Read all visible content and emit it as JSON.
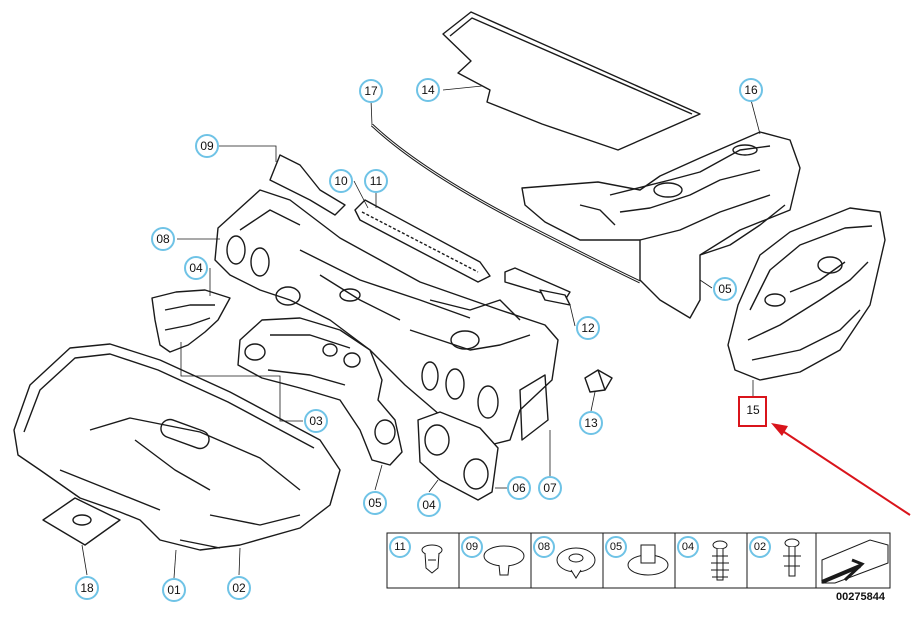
{
  "diagram": {
    "reference_number": "00275844",
    "highlight_color": "#d9141b",
    "callout_ring_color": "#6fc3e6",
    "callouts": [
      {
        "id": "c01",
        "label": "01"
      },
      {
        "id": "c02",
        "label": "02"
      },
      {
        "id": "c03",
        "label": "03"
      },
      {
        "id": "c04a",
        "label": "04"
      },
      {
        "id": "c04b",
        "label": "04"
      },
      {
        "id": "c05a",
        "label": "05"
      },
      {
        "id": "c05b",
        "label": "05"
      },
      {
        "id": "c06",
        "label": "06"
      },
      {
        "id": "c07",
        "label": "07"
      },
      {
        "id": "c08",
        "label": "08"
      },
      {
        "id": "c09",
        "label": "09"
      },
      {
        "id": "c10",
        "label": "10"
      },
      {
        "id": "c11",
        "label": "11"
      },
      {
        "id": "c12",
        "label": "12"
      },
      {
        "id": "c13",
        "label": "13"
      },
      {
        "id": "c14",
        "label": "14"
      },
      {
        "id": "c15",
        "label": "15"
      },
      {
        "id": "c16",
        "label": "16"
      },
      {
        "id": "c17",
        "label": "17"
      },
      {
        "id": "c18",
        "label": "18"
      }
    ],
    "legend": {
      "items": [
        {
          "label": "11",
          "icon": "push-rivet-clip-icon"
        },
        {
          "label": "09",
          "icon": "mushroom-clip-icon"
        },
        {
          "label": "08",
          "icon": "spring-nut-clip-icon"
        },
        {
          "label": "05",
          "icon": "expanding-rivet-icon"
        },
        {
          "label": "04",
          "icon": "fir-tree-clip-icon"
        },
        {
          "label": "02",
          "icon": "plastic-rivet-icon"
        }
      ],
      "end_icon": "diagonal-arrow-icon"
    }
  }
}
